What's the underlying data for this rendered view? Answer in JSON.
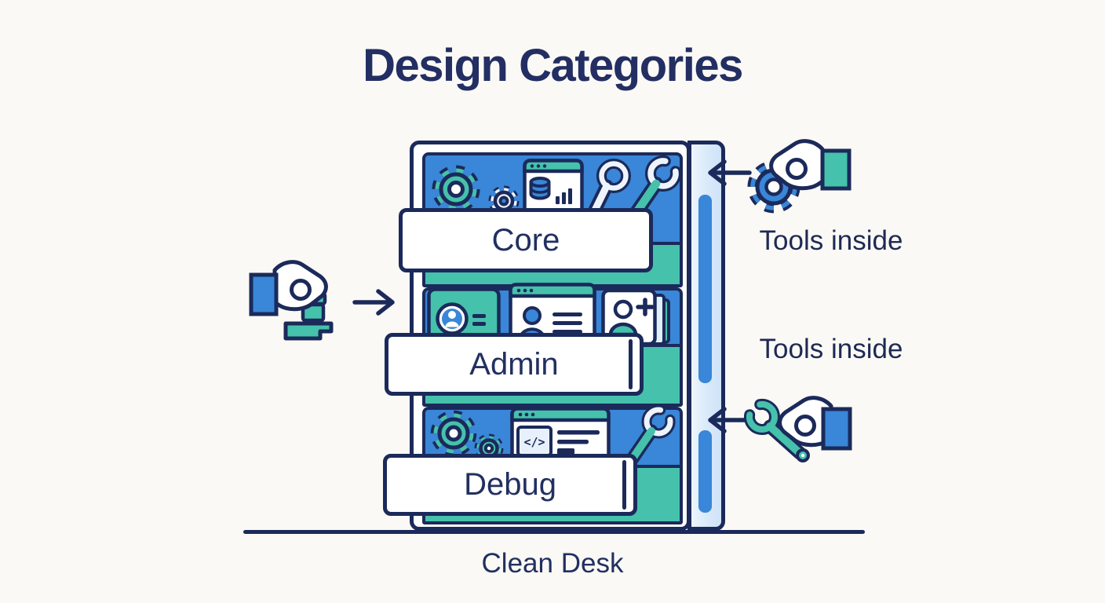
{
  "title": "Design Categories",
  "caption": "Clean Desk",
  "cabinet": {
    "drawers": [
      {
        "label": "Core",
        "icons": [
          "gear",
          "small-gear",
          "analytics-browser",
          "ring-spanner",
          "wrench"
        ]
      },
      {
        "label": "Admin",
        "icons": [
          "id-card",
          "user-browser",
          "add-user-card"
        ]
      },
      {
        "label": "Debug",
        "icons": [
          "gear",
          "small-gear",
          "code-browser",
          "wrench"
        ]
      }
    ]
  },
  "annotations": {
    "top_right": "Tools inside",
    "mid_right": "Tools inside"
  },
  "glyphs": {
    "code": "</>"
  },
  "colors": {
    "navy": "#1b2a5a",
    "blue": "#3a86d8",
    "teal": "#45c1ac",
    "light_blue": "#d9e9fa",
    "background": "#faf9f5"
  }
}
